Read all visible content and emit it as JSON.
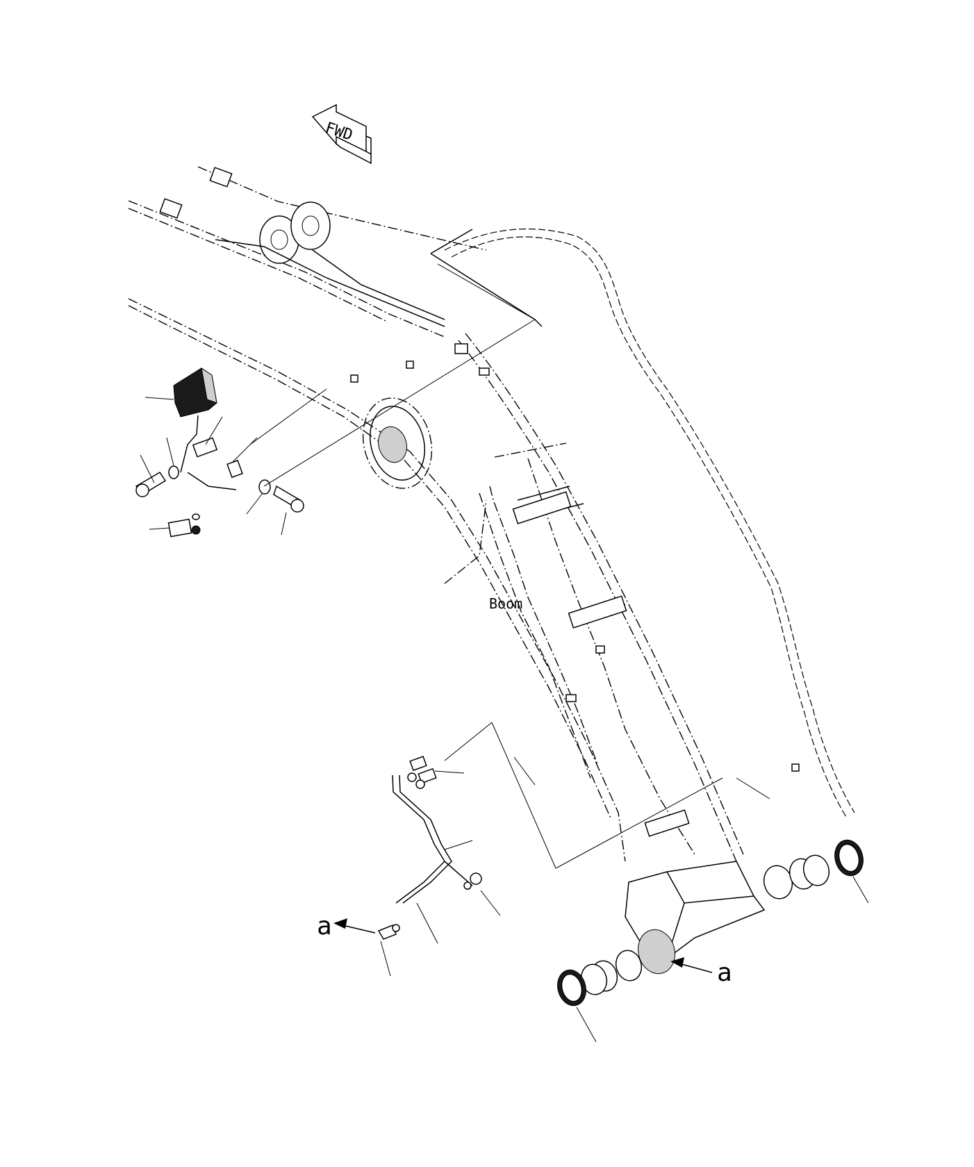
{
  "labels": {
    "fwd": "FWD",
    "boom": "Boom",
    "ref_a_left": "a",
    "ref_a_right": "a"
  }
}
